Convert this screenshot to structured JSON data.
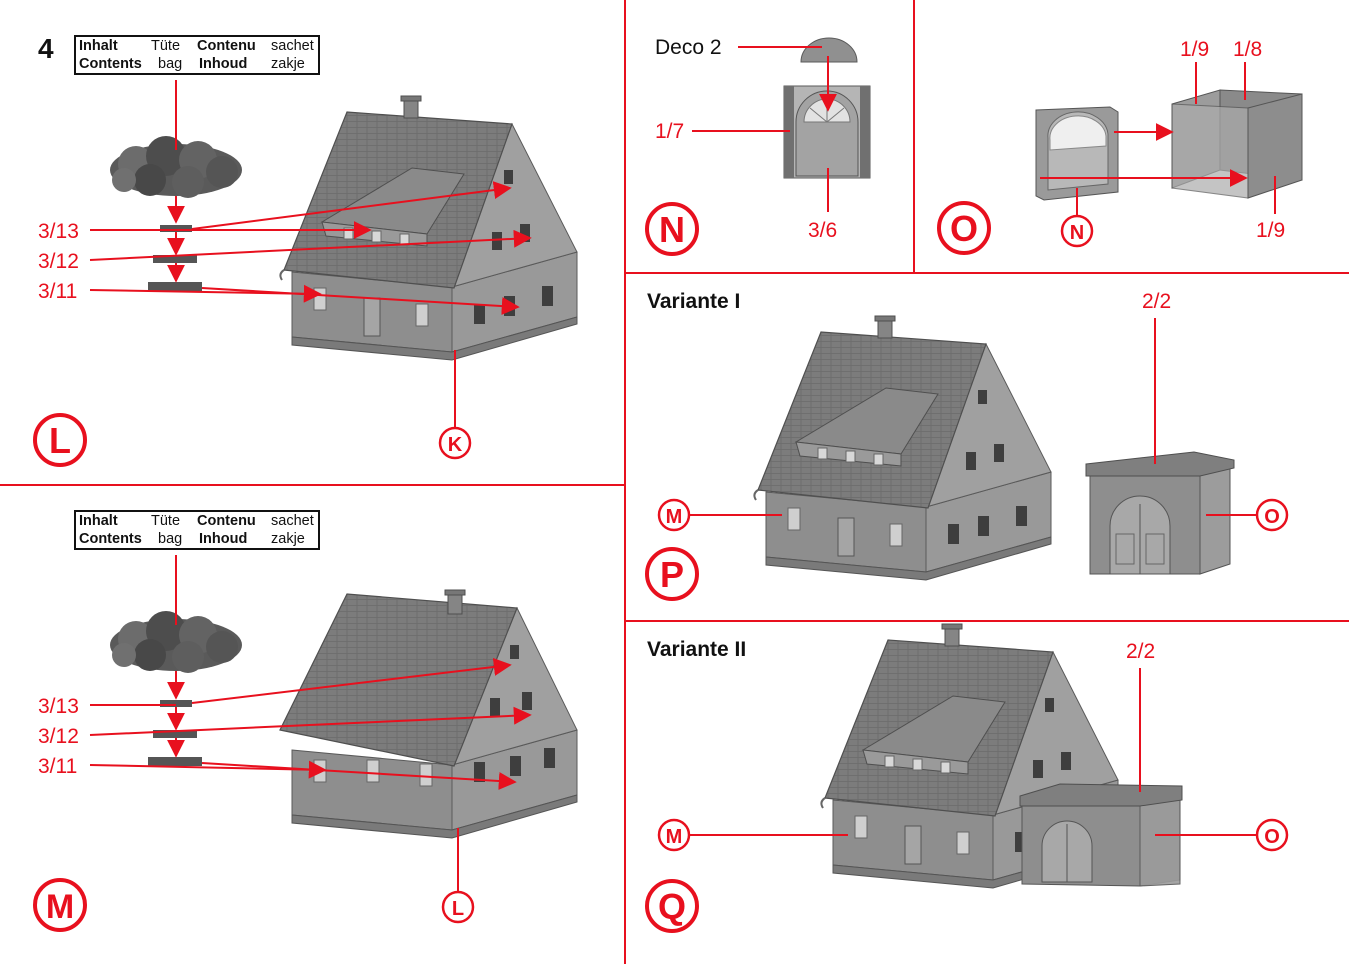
{
  "step_number": "4",
  "legend": {
    "inhalt": "Inhalt",
    "tuete": "Tüte",
    "contenu": "Contenu",
    "sachet": "sachet",
    "contents": "Contents",
    "bag": "bag",
    "inhoud": "Inhoud",
    "zakje": "zakje"
  },
  "panel_L": {
    "circle": "L",
    "callout": "K",
    "parts": [
      "3/13",
      "3/12",
      "3/11"
    ]
  },
  "panel_M": {
    "circle": "M",
    "callout": "L",
    "parts": [
      "3/13",
      "3/12",
      "3/11"
    ]
  },
  "panel_N": {
    "circle": "N",
    "deco_label": "Deco 2",
    "left_part": "1/7",
    "bottom_part": "3/6"
  },
  "panel_O": {
    "circle": "O",
    "callout": "N",
    "part_a": "1/9",
    "part_b": "1/8",
    "part_c": "1/9"
  },
  "panel_P": {
    "title": "Variante I",
    "circle": "P",
    "part": "2/2",
    "callout_left": "M",
    "callout_right": "O"
  },
  "panel_Q": {
    "title": "Variante II",
    "circle": "Q",
    "part": "2/2",
    "callout_left": "M",
    "callout_right": "O"
  },
  "colors": {
    "accent_red": "#e8101e",
    "model_gray": "#8c8c8c",
    "roof_gray": "#7d7d7d",
    "line_black": "#111111"
  }
}
